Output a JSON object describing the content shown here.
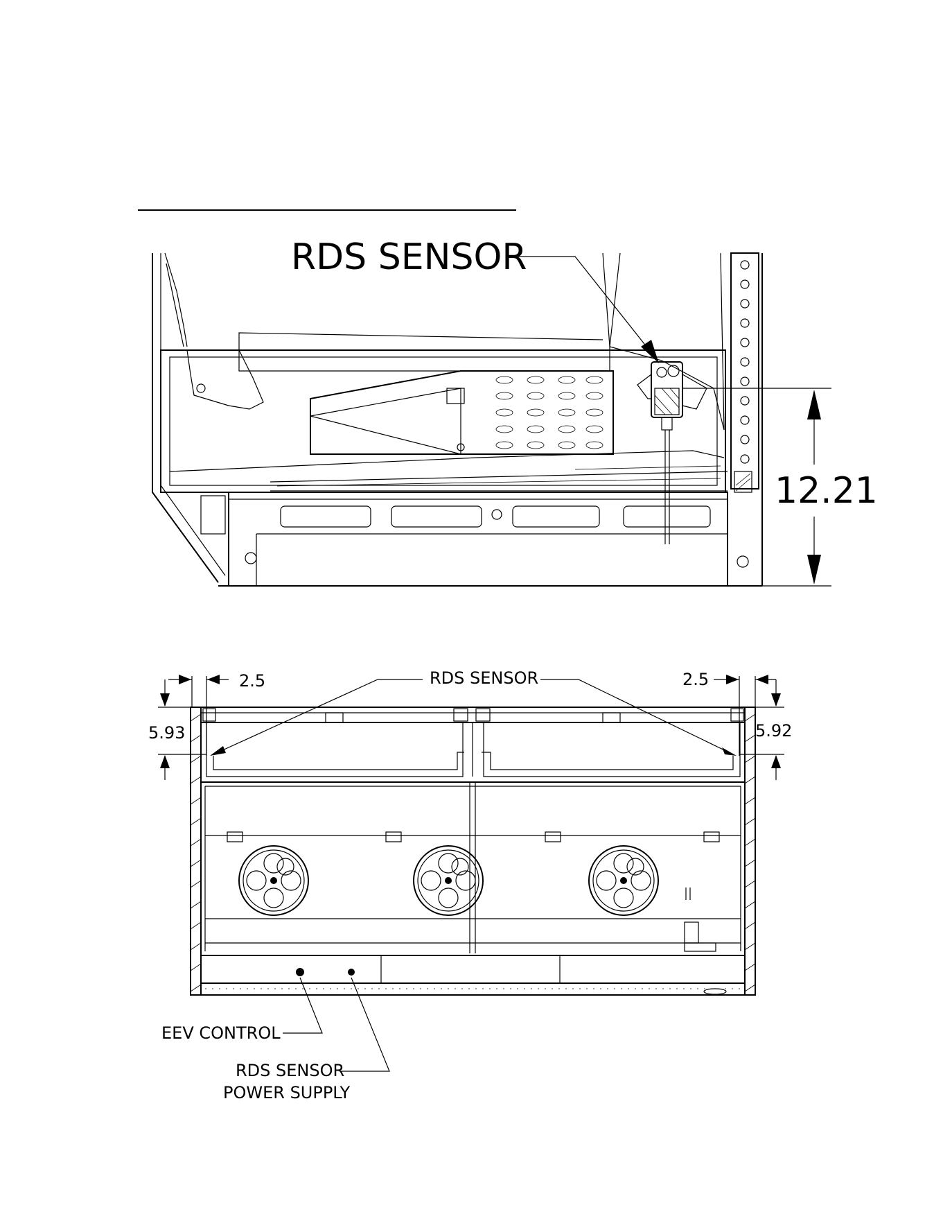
{
  "labels": {
    "side_view_sensor": "RDS SENSOR",
    "side_view_height": "12.21",
    "top_view_sensor": "RDS SENSOR",
    "top_left_offset": "2.5",
    "top_right_offset": "2.5",
    "top_left_depth": "5.93",
    "top_right_depth": "5.92",
    "eev_control": "EEV CONTROL",
    "power_supply_line1": "RDS SENSOR",
    "power_supply_line2": "POWER SUPPLY"
  },
  "colors": {
    "ink": "#000000",
    "paper": "#ffffff"
  }
}
